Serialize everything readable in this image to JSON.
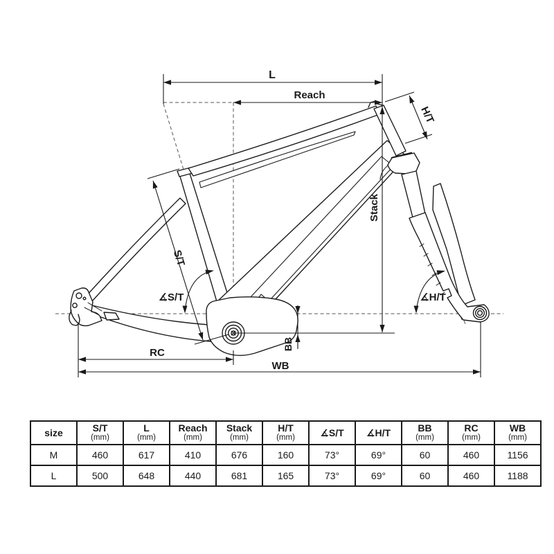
{
  "colors": {
    "line": "#1a1a1a",
    "dash": "#555555",
    "background": "#ffffff"
  },
  "diagram": {
    "labels": {
      "l": "L",
      "reach": "Reach",
      "ht": "H/T",
      "stack": "Stack",
      "st": "S/T",
      "angle_st": "∡S/T",
      "angle_ht": "∡H/T",
      "bb": "BB",
      "rc": "RC",
      "wb": "WB"
    }
  },
  "table": {
    "columns": [
      {
        "label": "size",
        "sub": ""
      },
      {
        "label": "S/T",
        "sub": "(mm)"
      },
      {
        "label": "L",
        "sub": "(mm)"
      },
      {
        "label": "Reach",
        "sub": "(mm)"
      },
      {
        "label": "Stack",
        "sub": "(mm)"
      },
      {
        "label": "H/T",
        "sub": "(mm)"
      },
      {
        "label": "∡S/T",
        "sub": ""
      },
      {
        "label": "∡H/T",
        "sub": ""
      },
      {
        "label": "BB",
        "sub": "(mm)"
      },
      {
        "label": "RC",
        "sub": "(mm)"
      },
      {
        "label": "WB",
        "sub": "(mm)"
      }
    ],
    "rows": [
      {
        "size": "M",
        "values": [
          "460",
          "617",
          "410",
          "676",
          "160",
          "73°",
          "69°",
          "60",
          "460",
          "1156"
        ]
      },
      {
        "size": "L",
        "values": [
          "500",
          "648",
          "440",
          "681",
          "165",
          "73°",
          "69°",
          "60",
          "460",
          "1188"
        ]
      }
    ]
  }
}
